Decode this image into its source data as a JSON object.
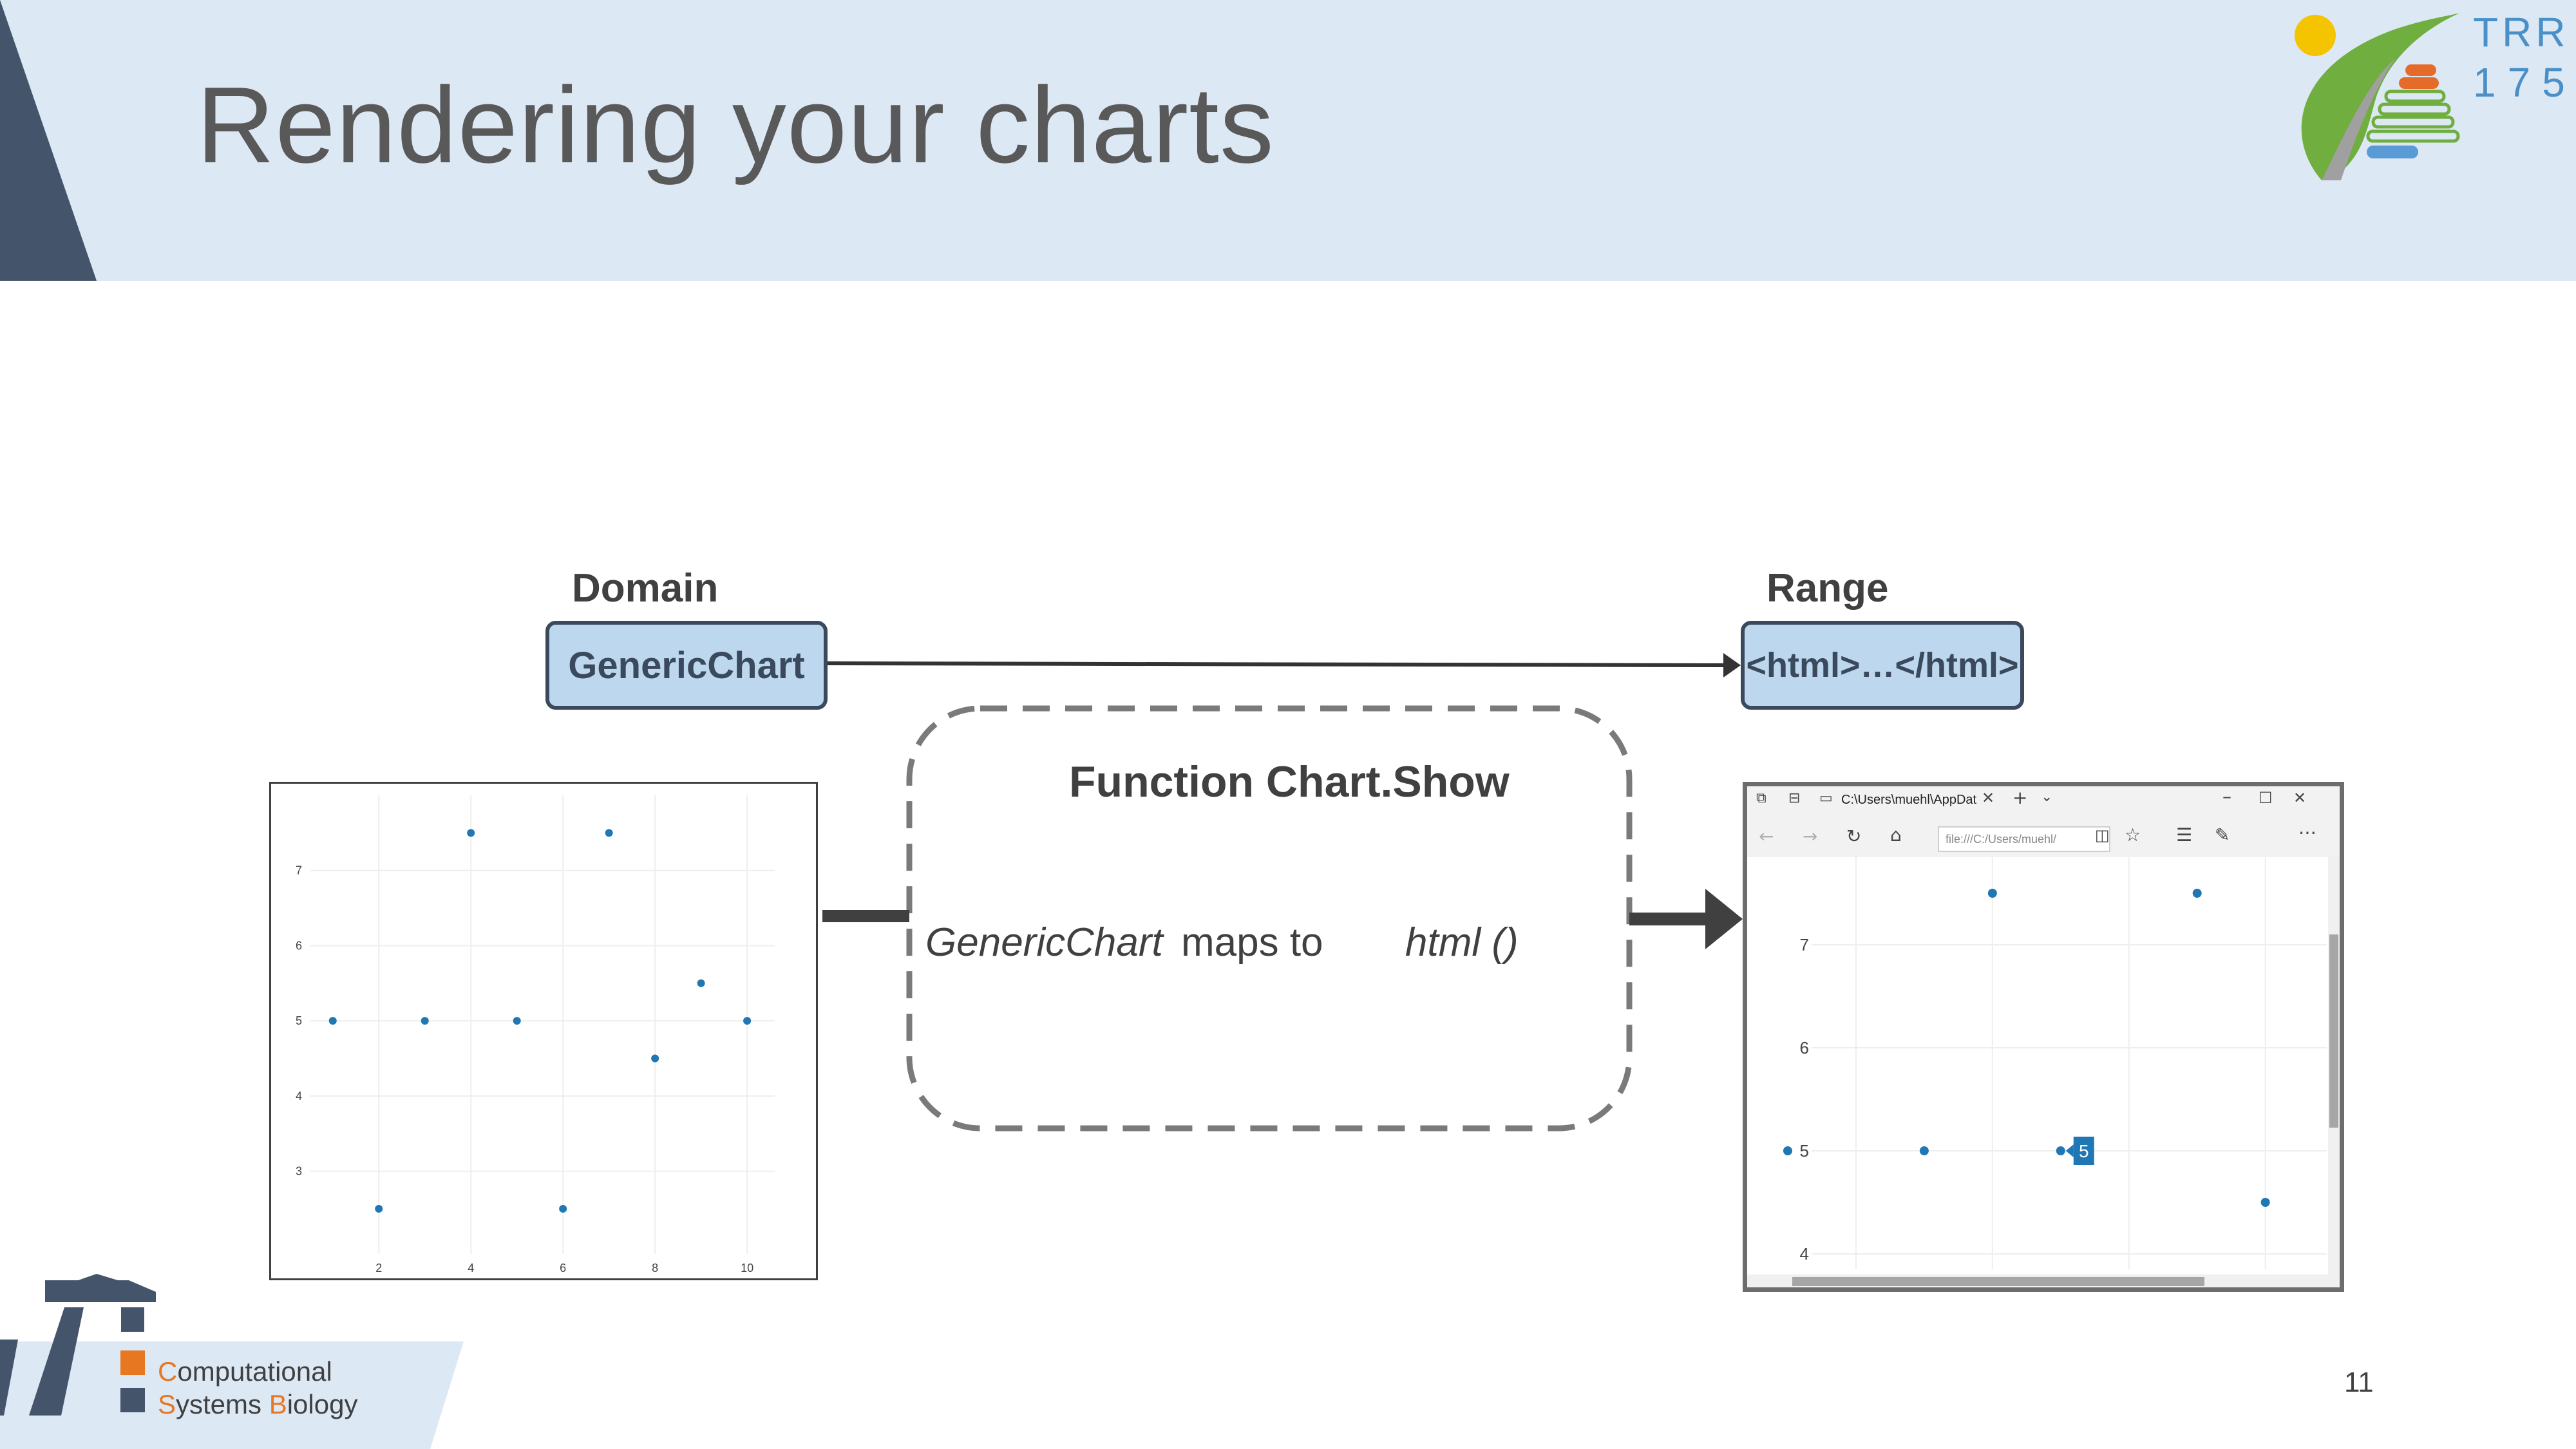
{
  "slide": {
    "title": "Rendering your charts",
    "page_number": "11"
  },
  "diagram": {
    "domain_label": "Domain",
    "range_label": "Range",
    "domain_box": "GenericChart",
    "range_box": "<html>…</html>",
    "function_title": "Function Chart.Show",
    "maps_from": "GenericChart",
    "maps_word": "maps to",
    "maps_to": "html ()"
  },
  "logo": {
    "trr_line1": "TRR",
    "trr_line2": "175"
  },
  "footer": {
    "line1_accent": "C",
    "line1_rest": "omputational",
    "line2_accent1": "S",
    "line2_mid": "ystems ",
    "line2_accent2": "B",
    "line2_rest": "iology"
  },
  "browser": {
    "tab_title": "C:\\Users\\muehl\\AppDat",
    "address": "file:///C:/Users/muehl/",
    "tooltip": "5"
  },
  "chart_data": [
    {
      "type": "scatter",
      "x": [
        1,
        2,
        3,
        4,
        5,
        6,
        7,
        8,
        9,
        10
      ],
      "y": [
        5,
        2.5,
        5,
        7.5,
        5,
        2.5,
        7.5,
        4.5,
        5.5,
        5
      ],
      "x_ticks": [
        "2",
        "4",
        "6",
        "8",
        "10"
      ],
      "y_ticks": [
        "3",
        "4",
        "5",
        "6",
        "7"
      ],
      "xlim": [
        0.5,
        10.6
      ],
      "ylim": [
        1.9,
        8.0
      ],
      "grid": true,
      "color": "#1f77b4"
    },
    {
      "type": "scatter",
      "x": [
        1,
        2,
        3,
        4,
        5,
        6,
        7,
        8,
        9,
        10
      ],
      "y": [
        5,
        2.5,
        5,
        7.5,
        5,
        2.5,
        7.5,
        4.5,
        5.5,
        5
      ],
      "x_view": [
        0.5,
        8.9
      ],
      "y_ticks": [
        "4",
        "5",
        "6",
        "7"
      ],
      "ylim": [
        3.85,
        7.85
      ],
      "grid": true,
      "color": "#1f77b4"
    }
  ],
  "colors": {
    "header": "#dde8f5",
    "accent_dark": "#44546a",
    "box_fill": "#bdd7ee",
    "orange": "#e87722",
    "point": "#1f77b4"
  }
}
